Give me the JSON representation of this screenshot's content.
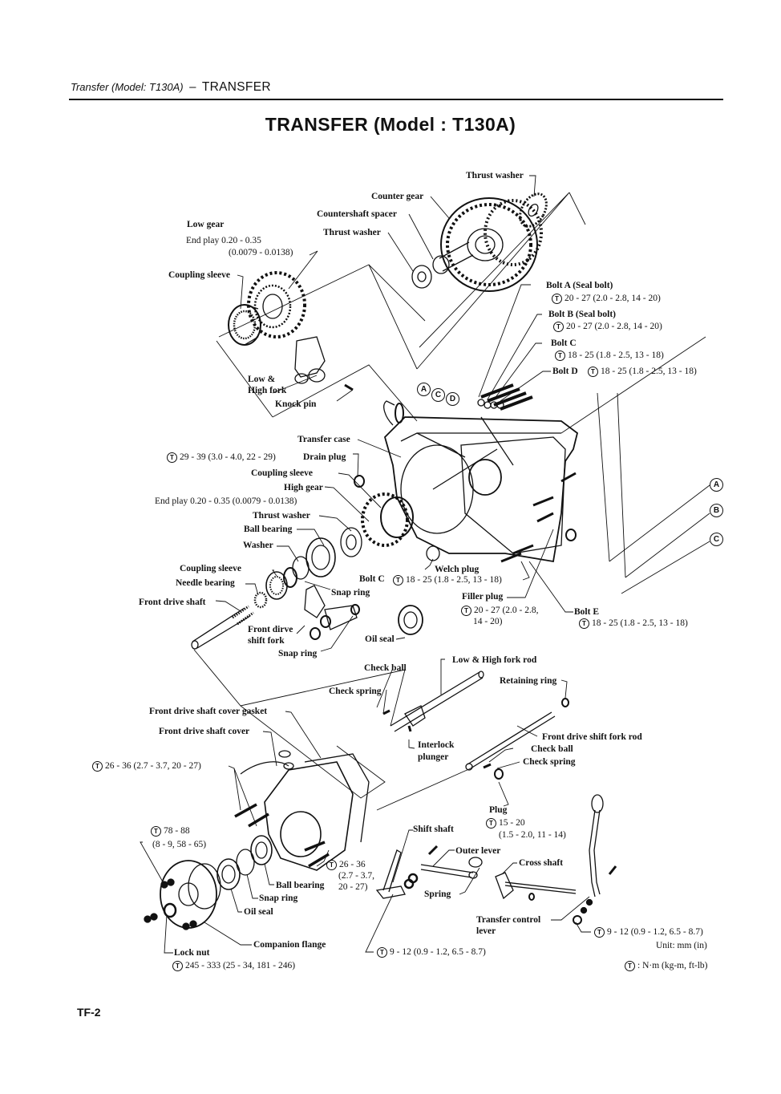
{
  "header": {
    "section_italic": "Transfer (Model: T130A)",
    "separator": "–",
    "section": "TRANSFER"
  },
  "title": "TRANSFER (Model : T130A)",
  "torque_symbol": "T",
  "labels": {
    "thrust_washer_top": "Thrust washer",
    "counter_gear": "Counter gear",
    "countershaft_spacer": "Countershaft spacer",
    "thrust_washer_mid": "Thrust washer",
    "low_gear": "Low gear",
    "low_gear_endplay": "End play 0.20 - 0.35",
    "low_gear_endplay_in": "(0.0079 - 0.0138)",
    "coupling_sleeve_top": "Coupling sleeve",
    "low_high_fork_1": "Low &",
    "low_high_fork_2": "High fork",
    "knock_pin": "Knock pin",
    "bolt_a": "Bolt A (Seal bolt)",
    "bolt_a_torque": "20 - 27 (2.0 - 2.8, 14 - 20)",
    "bolt_b": "Bolt B (Seal bolt)",
    "bolt_b_torque": "20 - 27 (2.0 - 2.8, 14 - 20)",
    "bolt_c": "Bolt C",
    "bolt_c_torque": "18 - 25 (1.8 - 2.5, 13 - 18)",
    "bolt_d": "Bolt D",
    "bolt_d_torque": "18 - 25 (1.8 - 2.5, 13 - 18)",
    "transfer_case": "Transfer case",
    "drain_plug_torque": "29 - 39 (3.0 - 4.0, 22 - 29)",
    "drain_plug": "Drain plug",
    "coupling_sleeve_mid": "Coupling sleeve",
    "high_gear": "High gear",
    "high_gear_endplay": "End play 0.20 - 0.35 (0.0079 - 0.0138)",
    "thrust_washer_low": "Thrust washer",
    "ball_bearing": "Ball bearing",
    "washer": "Washer",
    "coupling_sleeve_low": "Coupling sleeve",
    "needle_bearing": "Needle bearing",
    "front_drive_shaft": "Front drive shaft",
    "snap_ring_1": "Snap ring",
    "front_drive_shift_fork_1": "Front dirve",
    "front_drive_shift_fork_2": "shift fork",
    "snap_ring_2": "Snap ring",
    "welch_plug": "Welch plug",
    "bolt_c2": "Bolt C",
    "bolt_c2_torque": "18 - 25 (1.8 - 2.5, 13 - 18)",
    "filler_plug": "Filler plug",
    "filler_plug_torque_1": "20 - 27 (2.0 - 2.8,",
    "filler_plug_torque_2": "14 - 20)",
    "bolt_e": "Bolt E",
    "bolt_e_torque": "18 - 25 (1.8 - 2.5, 13 - 18)",
    "oil_seal_upper": "Oil seal",
    "low_high_fork_rod": "Low & High fork rod",
    "check_ball_1": "Check ball",
    "check_spring_1": "Check spring",
    "retaining_ring": "Retaining ring",
    "interlock_plunger_1": "Interlock",
    "interlock_plunger_2": "plunger",
    "front_drive_shift_fork_rod": "Front drive shift fork rod",
    "check_ball_2": "Check ball",
    "check_spring_2": "Check spring",
    "fds_cover_gasket": "Front drive shaft cover gasket",
    "fds_cover": "Front drive shaft cover",
    "cover_bolt_torque": "26 - 36 (2.7 - 3.7, 20 - 27)",
    "flange_nut_torque_1": "78 - 88",
    "flange_nut_torque_2": "(8 - 9, 58 - 65)",
    "plug": "Plug",
    "plug_torque_1": "15 - 20",
    "plug_torque_2": "(1.5 - 2.0, 11 - 14)",
    "shift_shaft": "Shift shaft",
    "outer_lever": "Outer lever",
    "cross_shaft": "Cross shaft",
    "cover_bolt2_torque_1": "26 - 36",
    "cover_bolt2_torque_2": "(2.7 - 3.7,",
    "cover_bolt2_torque_3": "20 - 27)",
    "ball_bearing_low": "Ball bearing",
    "snap_ring_low": "Snap ring",
    "oil_seal_low": "Oil seal",
    "spring": "Spring",
    "transfer_control_lever_1": "Transfer control",
    "transfer_control_lever_2": "lever",
    "lever_nut_torque": "9 - 12 (0.9 - 1.2, 6.5 - 8.7)",
    "companion_flange": "Companion flange",
    "lock_nut": "Lock nut",
    "lock_nut_torque": "245 - 333 (25 - 34, 181 - 246)",
    "shift_shaft_torque": "9 - 12 (0.9 - 1.2, 6.5 - 8.7)",
    "unit": "Unit:  mm (in)",
    "torque_unit": ":  N·m (kg-m, ft-lb)"
  },
  "reference_marks": {
    "case_top": [
      "A",
      "C",
      "D"
    ],
    "right_side": [
      "A",
      "B",
      "C"
    ]
  },
  "footer": {
    "page": "TF-2"
  }
}
